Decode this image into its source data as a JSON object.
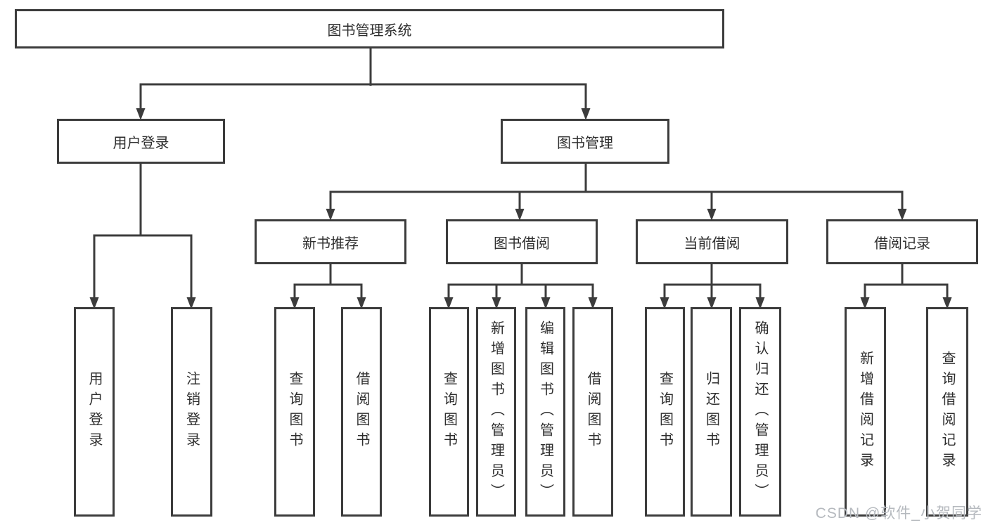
{
  "nodes": {
    "root": "图书管理系统",
    "level2": [
      "用户登录",
      "图书管理"
    ],
    "level3": [
      "新书推荐",
      "图书借阅",
      "当前借阅",
      "借阅记录"
    ],
    "leaves_user_login": [
      "用户登录",
      "注销登录"
    ],
    "leaves_new_book": [
      "查询图书",
      "借阅图书"
    ],
    "leaves_book_borrow": [
      "查询图书",
      "新增图书（管理员）",
      "编辑图书（管理员）",
      "借阅图书"
    ],
    "leaves_current_borrow": [
      "查询图书",
      "归还图书",
      "确认归还（管理员）"
    ],
    "leaves_borrow_records": [
      "新增借阅记录",
      "查询借阅记录"
    ]
  },
  "watermark": "CSDN @软件_小贺同学",
  "colors": {
    "line": "#3c3c3c",
    "text": "#2e2e2e",
    "watermark": "#b5b9be"
  }
}
